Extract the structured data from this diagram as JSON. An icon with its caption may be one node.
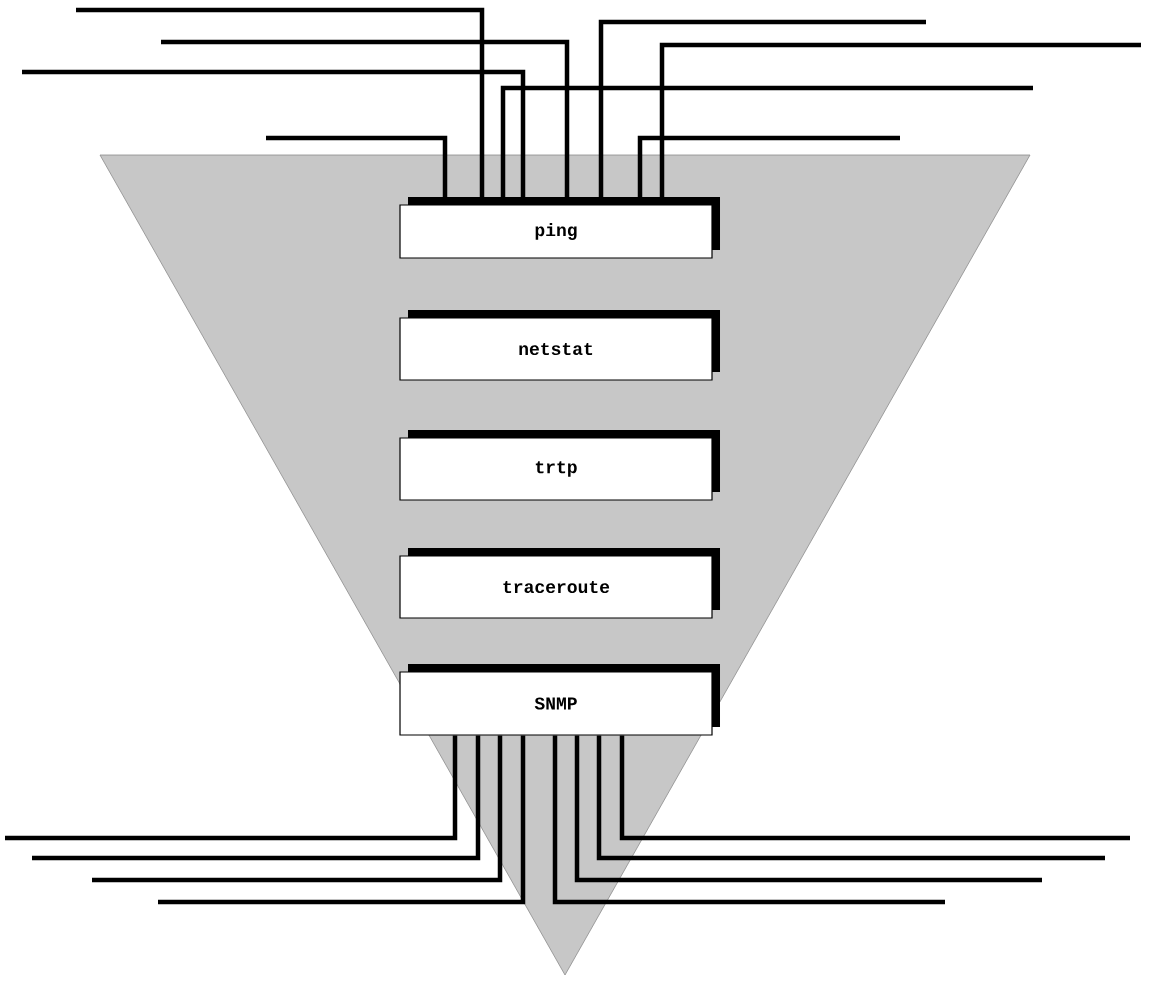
{
  "diagram": {
    "nodes": [
      {
        "text": [],
        "shape": "triangle"
      },
      {
        "text": [
          "ping"
        ],
        "in": 0
      },
      {
        "text": [
          "netstat"
        ],
        "in": 0
      },
      {
        "text": [
          "trtp"
        ],
        "in": 0
      },
      {
        "text": [
          "traceroute"
        ],
        "in": 0
      },
      {
        "text": [
          "SNMP"
        ],
        "in": 0
      }
    ],
    "edges": [
      {
        "from": null,
        "to": 1,
        "arrow": "none"
      },
      {
        "from": null,
        "to": 1,
        "arrow": "none"
      },
      {
        "from": null,
        "to": 1,
        "arrow": "none"
      },
      {
        "from": null,
        "to": 1,
        "arrow": "none"
      },
      {
        "from": null,
        "to": 1,
        "arrow": "none"
      },
      {
        "from": null,
        "to": 1,
        "arrow": "none"
      },
      {
        "from": null,
        "to": 1,
        "arrow": "none"
      },
      {
        "from": null,
        "to": 1,
        "arrow": "none"
      },
      {
        "from": 5,
        "to": null,
        "arrow": "none"
      },
      {
        "from": 5,
        "to": null,
        "arrow": "none"
      },
      {
        "from": 5,
        "to": null,
        "arrow": "none"
      },
      {
        "from": 5,
        "to": null,
        "arrow": "none"
      },
      {
        "from": 5,
        "to": null,
        "arrow": "none"
      },
      {
        "from": 5,
        "to": null,
        "arrow": "none"
      },
      {
        "from": 5,
        "to": null,
        "arrow": "none"
      },
      {
        "from": 5,
        "to": null,
        "arrow": "none"
      }
    ]
  }
}
